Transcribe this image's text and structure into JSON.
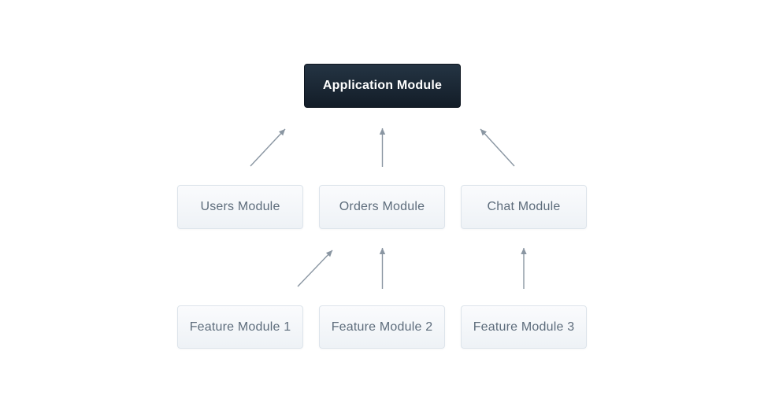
{
  "diagram": {
    "title": "module dependency diagram",
    "nodes": [
      {
        "id": "application",
        "label": "Application Module",
        "style": "dark"
      },
      {
        "id": "users",
        "label": "Users Module",
        "style": "light"
      },
      {
        "id": "orders",
        "label": "Orders Module",
        "style": "light"
      },
      {
        "id": "chat",
        "label": "Chat Module",
        "style": "light"
      },
      {
        "id": "feature1",
        "label": "Feature Module 1",
        "style": "light"
      },
      {
        "id": "feature2",
        "label": "Feature Module 2",
        "style": "light"
      },
      {
        "id": "feature3",
        "label": "Feature Module 3",
        "style": "light"
      }
    ],
    "edges": [
      {
        "from": "users",
        "to": "application"
      },
      {
        "from": "orders",
        "to": "application"
      },
      {
        "from": "chat",
        "to": "application"
      },
      {
        "from": "feature1",
        "to": "orders"
      },
      {
        "from": "feature2",
        "to": "orders"
      },
      {
        "from": "feature3",
        "to": "chat"
      }
    ],
    "colors": {
      "bg": "#ffffff",
      "dark_top": "#243443",
      "dark_bottom": "#131d28",
      "dark_border": "#0e1620",
      "dark_text": "#ffffff",
      "light_top": "#fafbfd",
      "light_bottom": "#eef2f6",
      "light_border": "#dde4eb",
      "light_text": "#5d6c7b",
      "arrow_color": "#8a96a2"
    }
  }
}
